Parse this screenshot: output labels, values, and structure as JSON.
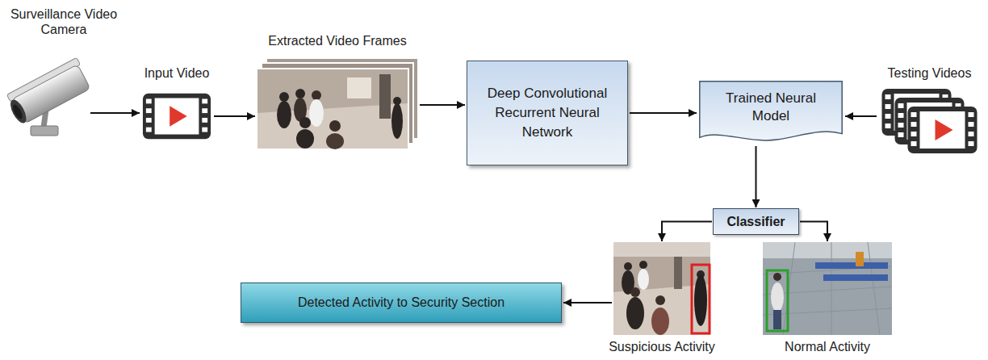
{
  "diagram": {
    "nodes": [
      {
        "text": [
          "Surveillance Video Camera"
        ]
      },
      {
        "text": [
          "Input Video"
        ]
      },
      {
        "text": [
          "Extracted Video Frames"
        ]
      },
      {
        "text": [
          "Deep Convolutional Recurrent Neural Network"
        ]
      },
      {
        "text": [
          "Trained Neural Model"
        ]
      },
      {
        "text": [
          "Testing Videos"
        ]
      },
      {
        "text": [
          "Classifier"
        ]
      },
      {
        "text": [
          "Suspicious Activity"
        ]
      },
      {
        "text": [
          "Normal Activity"
        ]
      },
      {
        "text": [
          "Detected Activity to Security Section"
        ]
      }
    ],
    "edges": [
      {
        "from": 0,
        "to": 1,
        "arrow": "to"
      },
      {
        "from": 1,
        "to": 2,
        "arrow": "to"
      },
      {
        "from": 2,
        "to": 3,
        "arrow": "to"
      },
      {
        "from": 3,
        "to": 4,
        "arrow": "to"
      },
      {
        "from": 5,
        "to": 4,
        "arrow": "to"
      },
      {
        "from": 4,
        "to": 6,
        "arrow": "to"
      },
      {
        "from": 6,
        "to": 7,
        "arrow": "to"
      },
      {
        "from": 6,
        "to": 8,
        "arrow": "to"
      },
      {
        "from": 7,
        "to": 9,
        "arrow": "to"
      }
    ]
  }
}
